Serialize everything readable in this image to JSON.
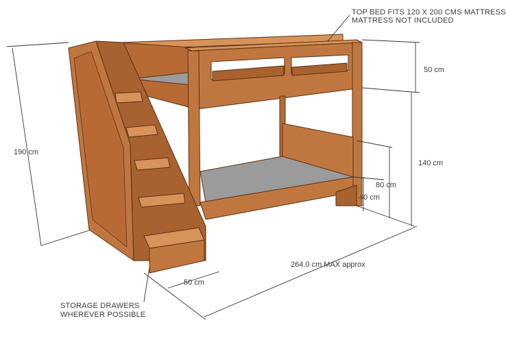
{
  "colors": {
    "wood_front": "#c0773f",
    "wood_side": "#a8622f",
    "wood_top": "#d8935a",
    "wood_dark": "#8f4f22",
    "mattress": "#9b9b9b",
    "dimension_line": "#333333"
  },
  "notes": {
    "top_bed_line1": "TOP BED FITS 120 X 200 CMS MATTRESS",
    "top_bed_line2": "MATTRESS NOT INCLUDED",
    "storage_line1": "STORAGE DRAWERS",
    "storage_line2": "WHEREVER POSSIBLE"
  },
  "dimensions": {
    "total_height": "190 cm",
    "rail_height": "50 cm",
    "top_bunk_height": "140 cm",
    "lower_rail_height": "80 cm",
    "lower_base_height": "40 cm",
    "total_length": "264.0 cm MAX approx",
    "stair_width": "50 cm"
  }
}
